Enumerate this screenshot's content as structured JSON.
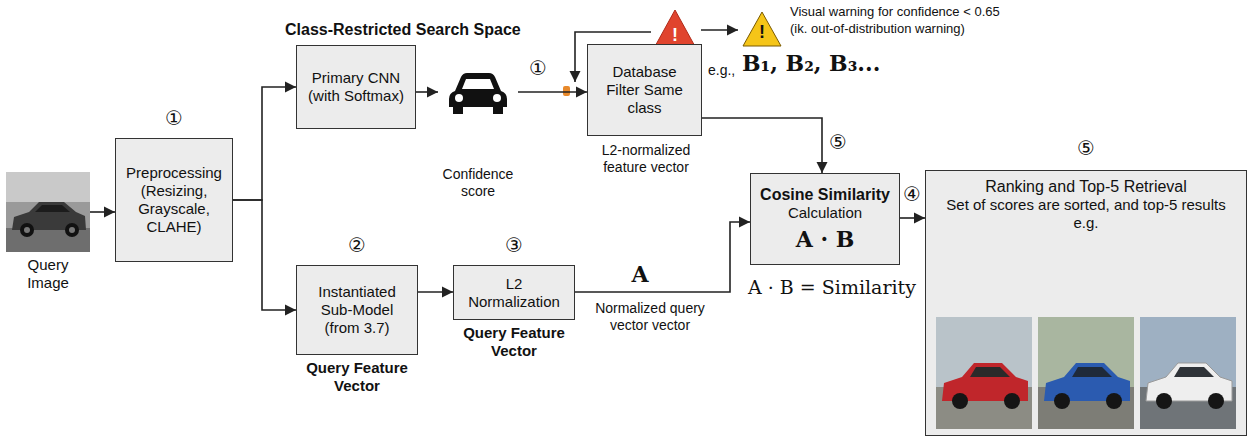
{
  "diagram": {
    "nodes": [
      {
        "text": [
          "Query Image"
        ]
      },
      {
        "text": [
          "Preprocessing (Resizing, Grayscale, CLAHE)"
        ]
      },
      {
        "text": [
          "Primary CNN (with Softmax)"
        ]
      },
      {
        "text": [
          "Confidence score"
        ]
      },
      {
        "text": [
          "Database Filter Same class"
        ]
      },
      {
        "text": [
          "Instantiated Sub-Model (from 3.7)",
          "Query Feature Vector"
        ]
      },
      {
        "text": [
          "L2 Normalization",
          "Query Feature Vector"
        ]
      },
      {
        "text": [
          "Cosine Similarity",
          "Calculation",
          "A · B"
        ]
      },
      {
        "text": [
          "Ranking and Top-5 Retrieval",
          "Set of scores are sorted, and top-5 results e.g."
        ]
      }
    ],
    "edges": [
      {
        "from": 0,
        "to": 1,
        "arrow": "to"
      },
      {
        "from": 1,
        "to": 2,
        "arrow": "to"
      },
      {
        "from": 1,
        "to": 5,
        "arrow": "to"
      },
      {
        "from": 2,
        "to": 3,
        "arrow": "to"
      },
      {
        "from": 3,
        "to": 4,
        "label": "①",
        "arrow": "to"
      },
      {
        "from": 5,
        "to": 6,
        "arrow": "to"
      },
      {
        "from": 6,
        "to": 7,
        "label": "A",
        "arrow": "to"
      },
      {
        "from": 4,
        "to": 7,
        "label": "⑤",
        "arrow": "to"
      },
      {
        "from": 7,
        "to": 8,
        "label": "④",
        "arrow": "to"
      }
    ],
    "labels": [
      "Class-Restricted Search Space",
      "!",
      "!",
      "Visual warning for confidence < 0.65",
      "(ik. out-of-distribution warning)",
      "①",
      "②",
      "③",
      "e.g.,",
      "B₁, B₂, B₃...",
      "L2-normalized feature vector",
      "Normalized query vector vector",
      "A · B = Similarity",
      "⑤"
    ]
  }
}
